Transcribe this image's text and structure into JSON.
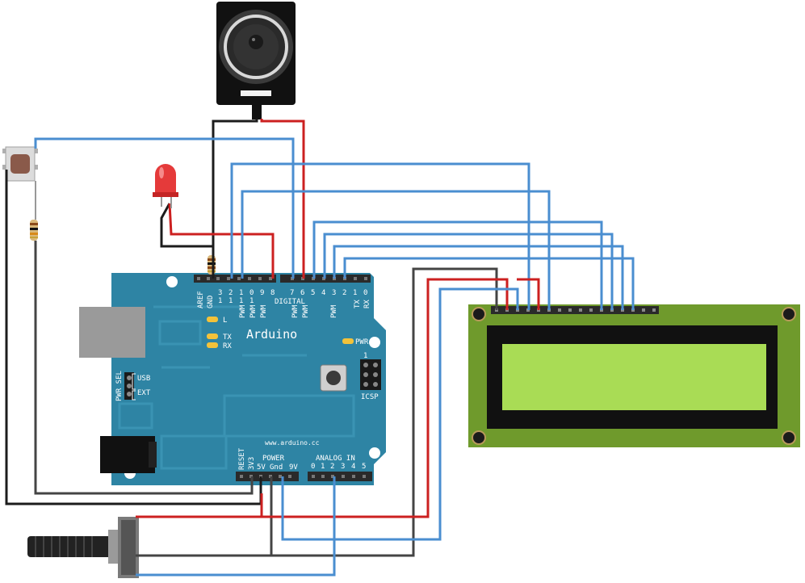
{
  "arduino": {
    "brand": "Arduino",
    "url": "www.arduino.cc",
    "aref": "AREF",
    "gnd": "GND",
    "digital": "DIGITAL",
    "pin_tens": [
      "1",
      "1",
      "1",
      "1"
    ],
    "pin_ones_high": [
      "3",
      "2",
      "1",
      "0",
      "9",
      "8"
    ],
    "pin_ones_low": [
      "7",
      "6",
      "5",
      "4",
      "3",
      "2",
      "1",
      "0"
    ],
    "pwm": "PWM",
    "tx_pin": "TX",
    "rx_pin": "RX",
    "led_l": "L",
    "led_tx": "TX",
    "led_rx": "RX",
    "pwr_led": "PWR",
    "pwr_sel": "PWR SEL",
    "usb": "USB",
    "ext": "EXT",
    "icsp": "ICSP",
    "icsp_num": "1",
    "reset": "RESET",
    "power": "POWER",
    "v33": "3V3",
    "v5": "5V",
    "gnd_power": "Gnd",
    "v9": "9V",
    "analog_in": "ANALOG IN",
    "analog_pins": [
      "0",
      "1",
      "2",
      "3",
      "4",
      "5"
    ]
  },
  "colors": {
    "board": "#2e84a4",
    "wire_blue": "#4a8ed0",
    "wire_red": "#cc2020",
    "wire_black": "#1c1c1c",
    "wire_grey": "#444444",
    "lcd_green": "#6f9a2c",
    "lcd_screen": "#a9dc55"
  },
  "components": [
    "speaker-icon",
    "pushbutton-icon",
    "led-icon",
    "resistor-icon",
    "potentiometer-icon",
    "lcd-display",
    "arduino-board"
  ]
}
